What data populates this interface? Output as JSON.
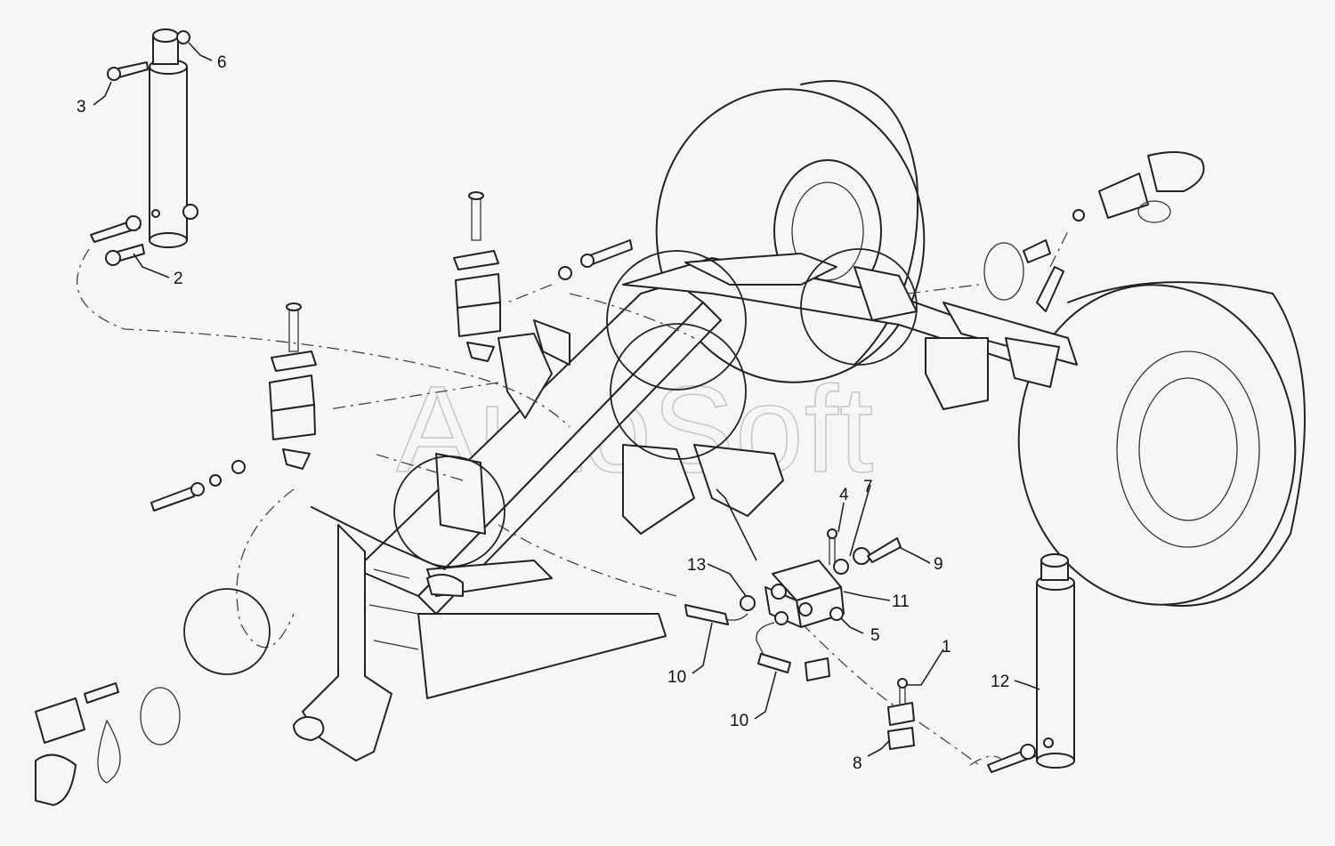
{
  "watermark": "AutoSoft",
  "callouts": [
    {
      "id": "c1",
      "text": "1"
    },
    {
      "id": "c2",
      "text": "2"
    },
    {
      "id": "c3",
      "text": "3"
    },
    {
      "id": "c4",
      "text": "4"
    },
    {
      "id": "c5",
      "text": "5"
    },
    {
      "id": "c6",
      "text": "6"
    },
    {
      "id": "c7",
      "text": "7"
    },
    {
      "id": "c8",
      "text": "8"
    },
    {
      "id": "c9",
      "text": "9"
    },
    {
      "id": "c10a",
      "text": "10"
    },
    {
      "id": "c10b",
      "text": "10"
    },
    {
      "id": "c11",
      "text": "11"
    },
    {
      "id": "c12",
      "text": "12"
    },
    {
      "id": "c13",
      "text": "13"
    }
  ]
}
